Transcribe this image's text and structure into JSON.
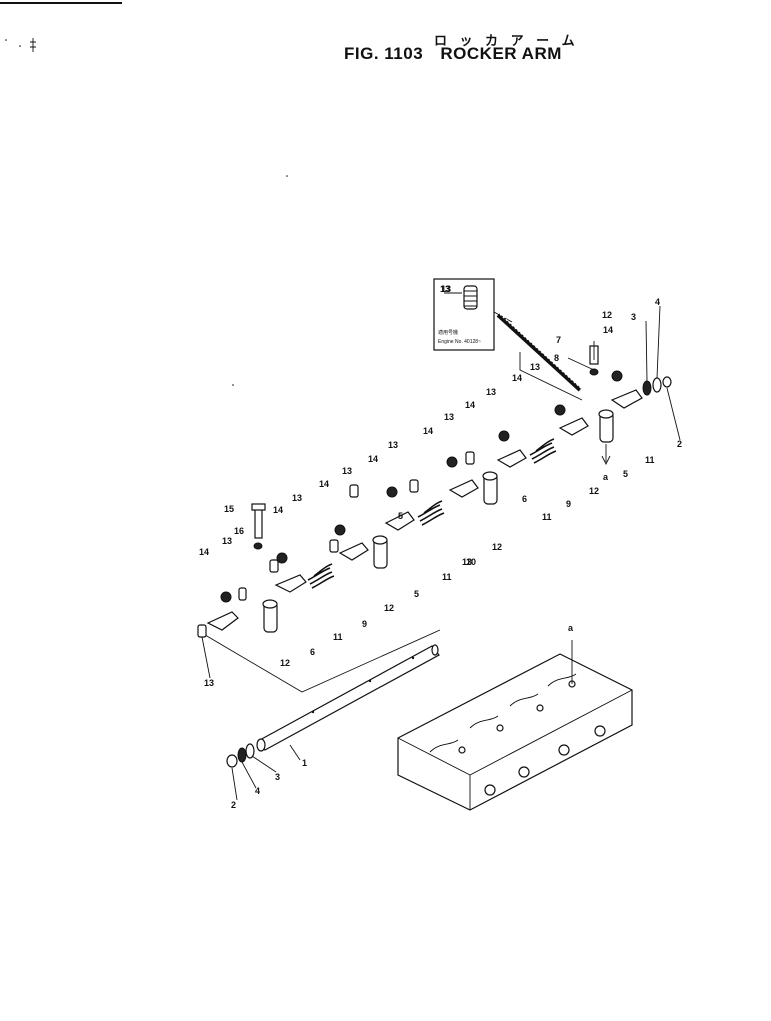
{
  "figure": {
    "title_kana": "ロ ッ カ  ア ー ム",
    "figure_number": "FIG. 1103",
    "figure_name": "ROCKER  ARM"
  },
  "inset": {
    "part_label": "13",
    "note_line1": "適用号機",
    "note_line2": "Engine No. 40128~"
  },
  "callouts": [
    {
      "label": "1"
    },
    {
      "label": "2"
    },
    {
      "label": "3"
    },
    {
      "label": "4"
    },
    {
      "label": "2"
    },
    {
      "label": "3"
    },
    {
      "label": "4"
    },
    {
      "label": "5"
    },
    {
      "label": "5"
    },
    {
      "label": "5"
    },
    {
      "label": "6"
    },
    {
      "label": "6"
    },
    {
      "label": "7"
    },
    {
      "label": "8"
    },
    {
      "label": "9"
    },
    {
      "label": "9"
    },
    {
      "label": "10"
    },
    {
      "label": "11"
    },
    {
      "label": "11"
    },
    {
      "label": "11"
    },
    {
      "label": "11"
    },
    {
      "label": "12"
    },
    {
      "label": "12"
    },
    {
      "label": "12"
    },
    {
      "label": "12"
    },
    {
      "label": "12"
    },
    {
      "label": "13"
    },
    {
      "label": "13"
    },
    {
      "label": "13"
    },
    {
      "label": "13"
    },
    {
      "label": "13"
    },
    {
      "label": "13"
    },
    {
      "label": "13"
    },
    {
      "label": "13"
    },
    {
      "label": "13"
    },
    {
      "label": "13"
    },
    {
      "label": "14"
    },
    {
      "label": "14"
    },
    {
      "label": "14"
    },
    {
      "label": "14"
    },
    {
      "label": "14"
    },
    {
      "label": "14"
    },
    {
      "label": "14"
    },
    {
      "label": "14"
    },
    {
      "label": "14"
    },
    {
      "label": "15"
    },
    {
      "label": "16"
    },
    {
      "label": "a"
    },
    {
      "label": "a"
    }
  ]
}
